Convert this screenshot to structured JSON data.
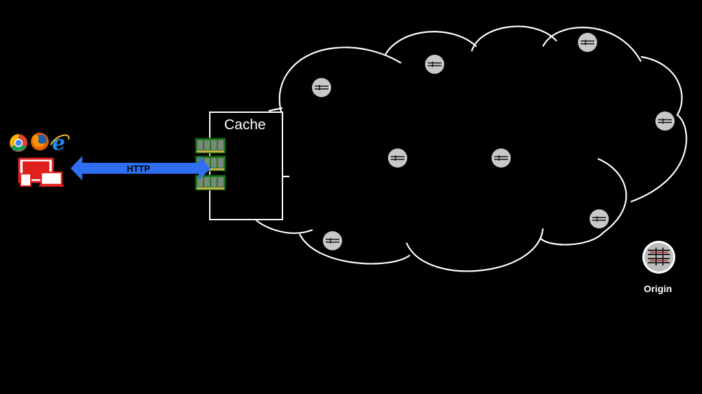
{
  "cache": {
    "label": "Cache"
  },
  "protocol": {
    "label": "HTTP"
  },
  "origin": {
    "label": "Origin"
  },
  "nodes_count": 9,
  "colors": {
    "background": "#000000",
    "cloud_outline": "#ffffff",
    "arrow": "#2e6ff2",
    "node": "#c8c8c8",
    "cache_memory": "#2a8a2a",
    "device": "#e0201c"
  },
  "icons": {
    "browsers": [
      "chrome-icon",
      "firefox-icon",
      "internet-explorer-icon"
    ],
    "devices": "multi-device-icon",
    "cache_store": "memory-module-icon",
    "node": "cdn-server-node-icon",
    "origin": "origin-server-icon"
  }
}
